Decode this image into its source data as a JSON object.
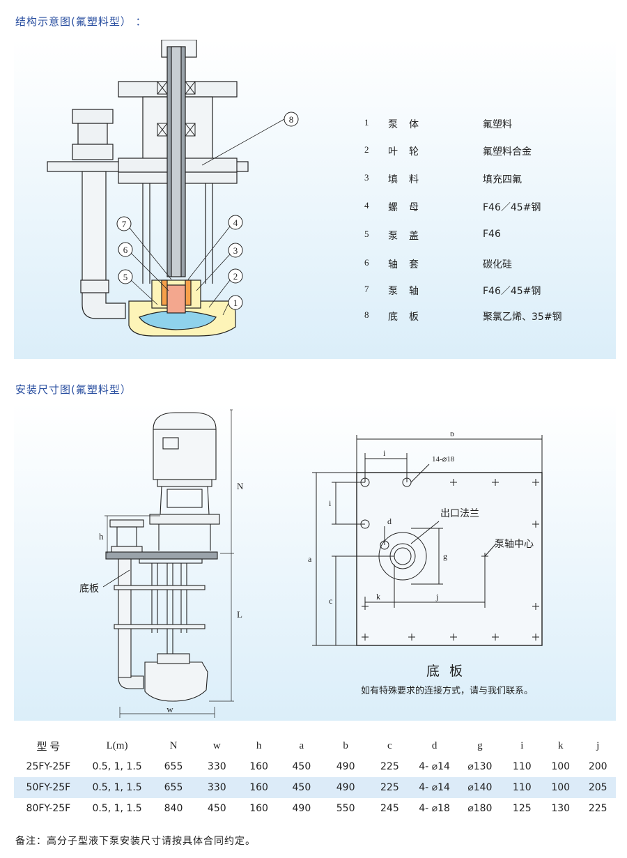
{
  "section1": {
    "title": "结构示意图(氟塑料型）  ："
  },
  "section2": {
    "title": "安装尺寸图(氟塑料型）"
  },
  "callouts": [
    "1",
    "2",
    "3",
    "4",
    "5",
    "6",
    "7",
    "8"
  ],
  "parts": [
    {
      "num": "1",
      "name": "泵体",
      "material": "氟塑料"
    },
    {
      "num": "2",
      "name": "叶轮",
      "material": "氟塑料合金"
    },
    {
      "num": "3",
      "name": "填料",
      "material": "填充四氟"
    },
    {
      "num": "4",
      "name": "螺母",
      "material": "F46／45#钢"
    },
    {
      "num": "5",
      "name": "泵盖",
      "material": "F46"
    },
    {
      "num": "6",
      "name": "轴套",
      "material": "碳化硅"
    },
    {
      "num": "7",
      "name": "泵轴",
      "material": "F46／45#钢"
    },
    {
      "num": "8",
      "name": "底板",
      "material": "聚氯乙烯、35#钢"
    }
  ],
  "install": {
    "dims_left": {
      "N": "N",
      "h": "h",
      "L": "L",
      "w": "w"
    },
    "baseplate_label_left": "底板",
    "dims_right": {
      "b": "b",
      "i": "i",
      "holes": "14-⌀18",
      "a": "a",
      "d": "d",
      "g": "g",
      "c": "c",
      "k": "k",
      "j": "j"
    },
    "outlet_flange": "出口法兰",
    "shaft_center": "泵轴中心",
    "baseplate_title": "底  板",
    "note": "如有特殊要求的连接方式，请与我们联系。"
  },
  "table": {
    "headers": [
      "型  号",
      "L(m)",
      "N",
      "w",
      "h",
      "a",
      "b",
      "c",
      "d",
      "g",
      "i",
      "k",
      "j"
    ],
    "rows": [
      [
        "25FY-25F",
        "0.5, 1, 1.5",
        "655",
        "330",
        "160",
        "450",
        "490",
        "225",
        "4- ⌀14",
        "⌀130",
        "110",
        "100",
        "200"
      ],
      [
        "50FY-25F",
        "0.5, 1, 1.5",
        "655",
        "330",
        "160",
        "450",
        "490",
        "225",
        "4- ⌀14",
        "⌀140",
        "110",
        "100",
        "205"
      ],
      [
        "80FY-25F",
        "0.5, 1, 1.5",
        "840",
        "450",
        "160",
        "490",
        "550",
        "245",
        "4- ⌀18",
        "⌀180",
        "125",
        "130",
        "225"
      ]
    ]
  },
  "footnote": "备注：高分子型液下泵安装尺寸请按具体合同约定。"
}
